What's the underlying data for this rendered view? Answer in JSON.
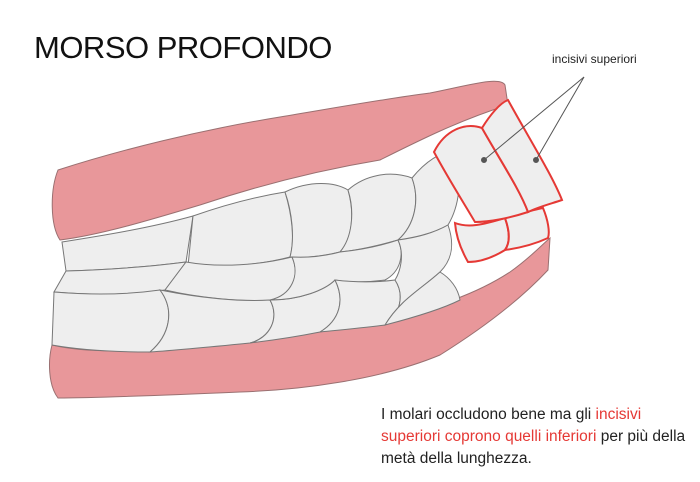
{
  "title": "MORSO PROFONDO",
  "callout": {
    "label": "incisivi superiori"
  },
  "caption": {
    "before": "I molari occludono bene ma gli ",
    "highlight": "incisivi superiori coprono quelli inferiori",
    "after": " per più della metà della lunghezza."
  },
  "colors": {
    "gum": "#e8979a",
    "gum_outline": "#9a7071",
    "tooth": "#eeeeee",
    "tooth_outline": "#777777",
    "highlight": "#e53935",
    "leader": "#555555"
  }
}
